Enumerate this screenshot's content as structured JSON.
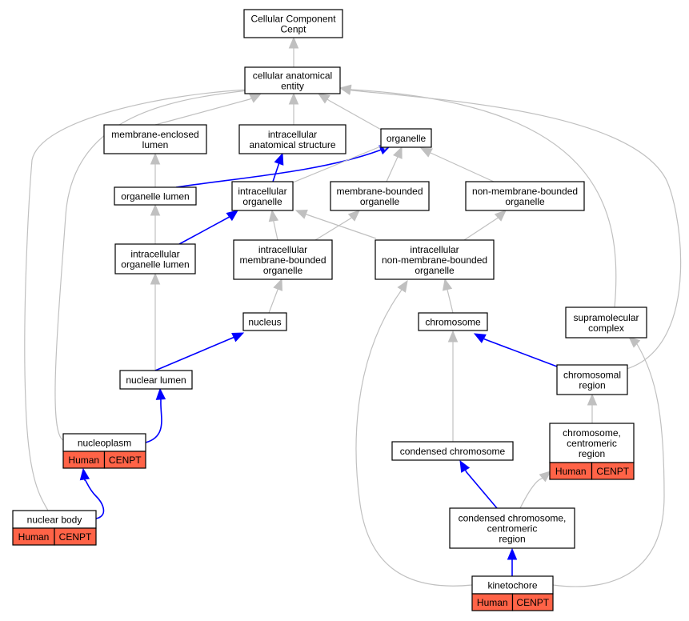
{
  "nodes": {
    "ccc": {
      "lines": [
        "Cellular Component",
        "Cenpt"
      ]
    },
    "cae": {
      "lines": [
        "cellular anatomical",
        "entity"
      ]
    },
    "mel": {
      "lines": [
        "membrane-enclosed",
        "lumen"
      ]
    },
    "ias": {
      "lines": [
        "intracellular",
        "anatomical structure"
      ]
    },
    "org": {
      "lines": [
        "organelle"
      ]
    },
    "orgl": {
      "lines": [
        "organelle lumen"
      ]
    },
    "io": {
      "lines": [
        "intracellular",
        "organelle"
      ]
    },
    "mbo": {
      "lines": [
        "membrane-bounded",
        "organelle"
      ]
    },
    "nmbo": {
      "lines": [
        "non-membrane-bounded",
        "organelle"
      ]
    },
    "iol": {
      "lines": [
        "intracellular",
        "organelle lumen"
      ]
    },
    "imbo": {
      "lines": [
        "intracellular",
        "membrane-bounded",
        "organelle"
      ]
    },
    "inmbo": {
      "lines": [
        "intracellular",
        "non-membrane-bounded",
        "organelle"
      ]
    },
    "nuc": {
      "lines": [
        "nucleus"
      ]
    },
    "chr": {
      "lines": [
        "chromosome"
      ]
    },
    "smc": {
      "lines": [
        "supramolecular",
        "complex"
      ]
    },
    "nl": {
      "lines": [
        "nuclear lumen"
      ]
    },
    "chreg": {
      "lines": [
        "chromosomal",
        "region"
      ]
    },
    "np": {
      "lines": [
        "nucleoplasm"
      ]
    },
    "ccr": {
      "lines": [
        "chromosome,",
        "centromeric",
        "region"
      ]
    },
    "cc": {
      "lines": [
        "condensed chromosome"
      ]
    },
    "nb": {
      "lines": [
        "nuclear body"
      ]
    },
    "cccr": {
      "lines": [
        "condensed chromosome,",
        "centromeric",
        "region"
      ]
    },
    "kin": {
      "lines": [
        "kinetochore"
      ]
    }
  },
  "annotations": {
    "np": [
      "Human",
      "CENPT"
    ],
    "ccr": [
      "Human",
      "CENPT"
    ],
    "nb": [
      "Human",
      "CENPT"
    ],
    "kin": [
      "Human",
      "CENPT"
    ]
  },
  "colors": {
    "is_a_edge": "#c0c0c0",
    "part_of_edge": "#0000ff",
    "annotation_fill": "#ff6347"
  }
}
